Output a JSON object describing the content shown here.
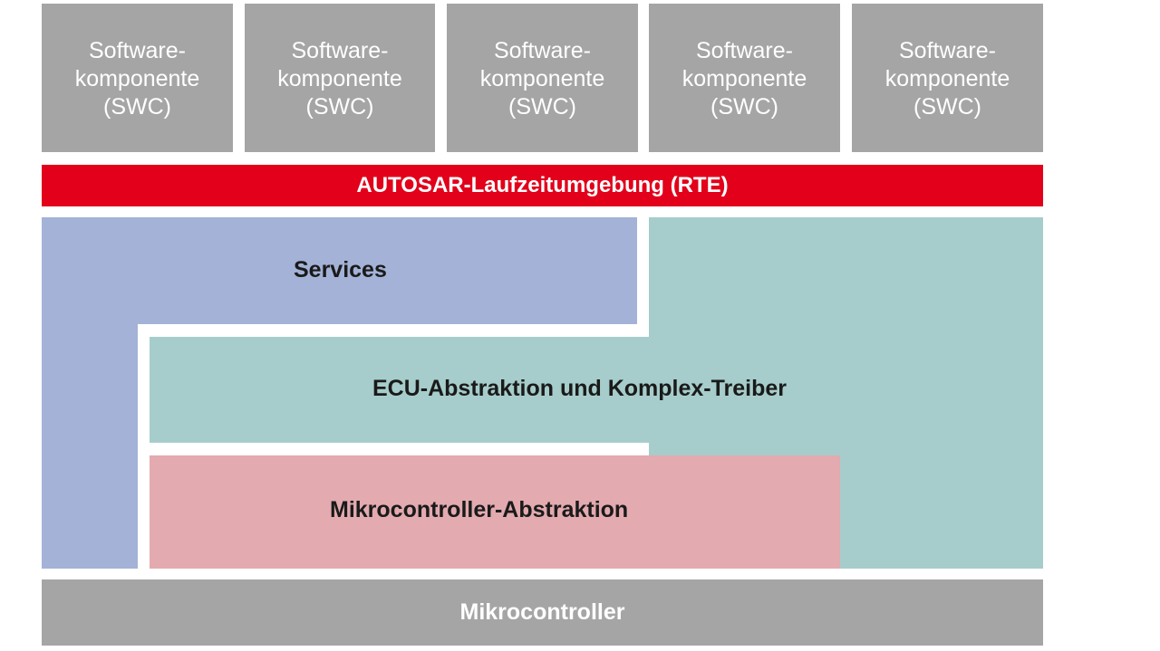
{
  "software_components": [
    {
      "label": "Software-\nkomponente\n(SWC)"
    },
    {
      "label": "Software-\nkomponente\n(SWC)"
    },
    {
      "label": "Software-\nkomponente\n(SWC)"
    },
    {
      "label": "Software-\nkomponente\n(SWC)"
    },
    {
      "label": "Software-\nkomponente\n(SWC)"
    }
  ],
  "rte": {
    "label": "AUTOSAR-Laufzeitumgebung (RTE)"
  },
  "services": {
    "label": "Services"
  },
  "ecu_abstraction": {
    "label": "ECU-Abstraktion und Komplex-Treiber"
  },
  "mcal": {
    "label": "Mikrocontroller-Abstraktion"
  },
  "microcontroller": {
    "label": "Mikrocontroller"
  },
  "colors": {
    "swc": "#a5a5a5",
    "rte": "#e2001a",
    "services": "#a3b2d6",
    "ecu_abstraction": "#a6cdcb",
    "mcal": "#e3aaaf",
    "microcontroller": "#a5a5a5"
  }
}
